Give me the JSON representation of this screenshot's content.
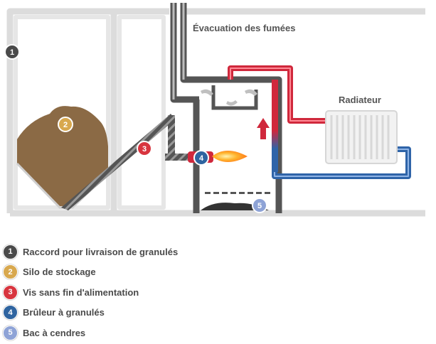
{
  "labels": {
    "fumes": "Évacuation des fumées",
    "radiator": "Radiateur"
  },
  "badges": [
    {
      "num": "1",
      "color": "#4a4a4a"
    },
    {
      "num": "2",
      "color": "#d8a84e"
    },
    {
      "num": "3",
      "color": "#d8353f"
    },
    {
      "num": "4",
      "color": "#2f64a0"
    },
    {
      "num": "5",
      "color": "#8ea3d6"
    }
  ],
  "legend": [
    {
      "num": "1",
      "text": "Raccord pour livraison de granulés"
    },
    {
      "num": "2",
      "text": "Silo de stockage"
    },
    {
      "num": "3",
      "text": "Vis sans fin d'alimentation"
    },
    {
      "num": "4",
      "text": "Brûleur à granulés"
    },
    {
      "num": "5",
      "text": "Bac à cendres"
    }
  ],
  "colors": {
    "wall": "#dcdcdc",
    "hot_pipe": "#d0283c",
    "cold_pipe": "#2f64a8",
    "pellets": "#8b6a45"
  }
}
